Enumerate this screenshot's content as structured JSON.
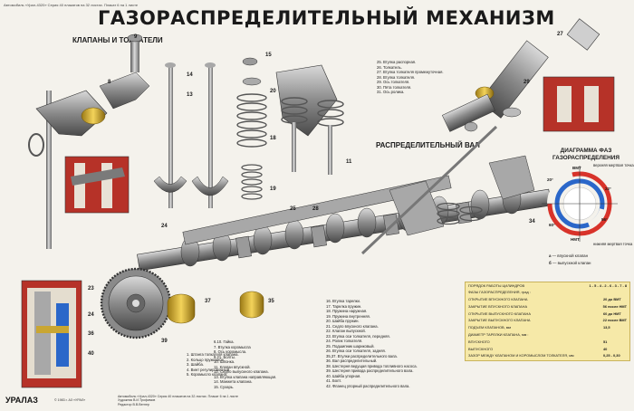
{
  "header_note": "Автомобиль «Урал-4320» Серия 40 плакатов на 32 листах. Плакат 6 на 1 листе",
  "title": "ГАЗОРАСПРЕДЕЛИТЕЛЬНЫЙ МЕХАНИЗМ",
  "section_valves": "КЛАПАНЫ И ТОЛКАТЕЛИ",
  "section_camshaft": "РАСПРЕДЕЛИТЕЛЬНЫЙ ВАЛ",
  "diagram": {
    "title_line1": "ДИАГРАММА ФАЗ",
    "title_line2": "ГАЗОРАСПРЕДЕЛЕНИЯ",
    "tdc": "ВМТ",
    "bdc": "НМТ",
    "tdc_note": "верхняя мертвая точка",
    "bdc_note": "нижняя мертвая точка",
    "degrees": [
      "20°",
      "56°",
      "60°",
      "22°"
    ],
    "legend_intake": "впускной клапан",
    "legend_exhaust": "выпускной клапан",
    "legend_intake_mark": "a",
    "legend_exhaust_mark": "б",
    "colors": {
      "intake": "#2b67c9",
      "exhaust": "#d8332a"
    }
  },
  "legend_top_right": [
    "25. Втулка распорная.",
    "26. Толкатель.",
    "27. Втулка толкателя промежуточная.",
    "28. Втулка толкателя.",
    "29. Ось толкателя.",
    "30. Пята толкателя.",
    "31. Ось ролика."
  ],
  "legend_bottom_mid": [
    "1. Штанга толкателя клапана.",
    "2. Кольцо пружинное.",
    "3. Шайба.",
    "4. Винт регулировочный.",
    "5. Коромысло клапана."
  ],
  "legend_bottom_mid2": [
    "6.10. Гайка.",
    "7. Втулка коромысла",
    "8. Ось коромысла.",
    "9.21. Болты.",
    "10. Шпонка.",
    "11. Клапан впускной.",
    "12. Седло выпускного клапана.",
    "13. Втулка клапана направляющая.",
    "14. Манжета клапана.",
    "15. Сухарь."
  ],
  "legend_bottom_right": [
    "16. Втулка тарелки.",
    "17. Тарелка пружин.",
    "18. Пружина наружная.",
    "19. Пружина внутренняя.",
    "20. Шайба пружин.",
    "21. Седло впускного клапана.",
    "22. Клапан выпускной.",
    "23. Втулка оси толкателя, передняя.",
    "24. Ролик толкателя.",
    "25. Подшипник шариковый.",
    "26. Втулка оси толкателя, задняя.",
    "35,37. Втулки распределительного вала.",
    "36. Вал распределительный.",
    "38. Шестерня ведущая привода топливного насоса.",
    "39. Шестерня привода распределительного вала.",
    "40. Шайба упорная.",
    "41. Болт.",
    "42. Фланец упорный распределительного вала."
  ],
  "table": {
    "rows": [
      {
        "label": "ПОРЯДОК РАБОТЫ ЦИЛИНДРОВ",
        "value": "1 - 5 - 4 - 2 - 6 - 3 - 7 - 8"
      },
      {
        "label": "ФАЗЫ ГАЗОРАСПРЕДЕЛЕНИЯ, град :",
        "value": ""
      },
      {
        "label": "ОТКРЫТИЕ ВПУСКНОГО КЛАПАНА",
        "value": "20 до ВМТ"
      },
      {
        "label": "ЗАКРЫТИЕ ВПУСКНОГО КЛАПАНА",
        "value": "56 после НМТ"
      },
      {
        "label": "ОТКРЫТИЕ ВЫПУСКНОГО КЛАПАНА",
        "value": "60 до НМТ"
      },
      {
        "label": "ЗАКРЫТИЕ ВЫПУСКНОГО КЛАПАНА",
        "value": "22 после ВМТ"
      },
      {
        "label": "ПОДЪЕМ КЛАПАНОВ, мм",
        "value": "13,5"
      },
      {
        "label": "ДИАМЕТР ТАРЕЛКИ КЛАПАНА, мм :",
        "value": ""
      },
      {
        "label": "ВПУСКНОГО",
        "value": "51"
      },
      {
        "label": "ВЫПУСКНОГО",
        "value": "40"
      },
      {
        "label": "ЗАЗОР МЕЖДУ КЛАПАНОМ И КОРОМЫСЛОМ ТОЛКАТЕЛЯ, мм",
        "value": "0,25 - 0,30"
      }
    ]
  },
  "footer": {
    "line1": "Автомобиль «Урал-4320» Серия 40 плакатов на 32 листах. Плакат 6 на 1 листе",
    "line2": "Художник В.И.Трофимов",
    "line3": "Редактор В.В.Вегнер"
  },
  "logo_text": "УРАЛАЗ",
  "copyright": "© 1983 г. АЗ «УРАЛ»"
}
